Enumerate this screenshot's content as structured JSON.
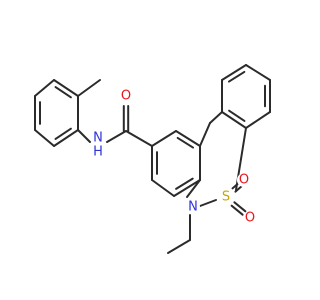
{
  "molecule": {
    "atoms": [
      {
        "id": "O1",
        "text": "O",
        "color": "#e8161b"
      },
      {
        "id": "N_amide",
        "text": "N",
        "color": "#2e34d8"
      },
      {
        "id": "H_amide",
        "text": "H",
        "color": "#2e34d8"
      },
      {
        "id": "S",
        "text": "S",
        "color": "#c8a800"
      },
      {
        "id": "O_s1",
        "text": "O",
        "color": "#e8161b"
      },
      {
        "id": "O_s2",
        "text": "O",
        "color": "#e8161b"
      },
      {
        "id": "N_ring",
        "text": "N",
        "color": "#2e34d8"
      }
    ],
    "bond_color": "#2b2b2b",
    "background": "#ffffff"
  }
}
